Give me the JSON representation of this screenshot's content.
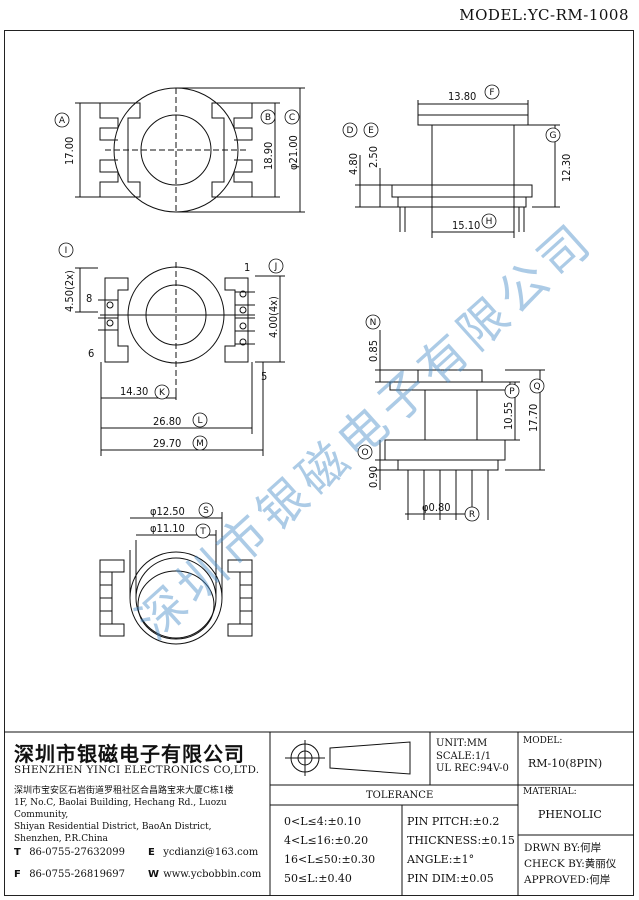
{
  "model_header": "MODEL:YC-RM-1008",
  "dimensions": {
    "A": "17.00",
    "B": "18.90",
    "C": "φ21.00",
    "D": "4.80",
    "E": "2.50",
    "F": "13.80",
    "G": "12.30",
    "H": "15.10",
    "I": "4.50(2x)",
    "J": "4.00(4x)",
    "K": "14.30",
    "L": "26.80",
    "M": "29.70",
    "N": "0.85",
    "O": "0.90",
    "P": "10.55",
    "Q": "17.70",
    "R": "φ0.80",
    "S": "φ12.50",
    "T": "φ11.10"
  },
  "pin_numbers": {
    "p1": "1",
    "p5": "5",
    "p6": "6",
    "p8": "8"
  },
  "watermark": "深圳市银磁电子有限公司",
  "title_block": {
    "company_cn": "深圳市银磁电子有限公司",
    "company_en": "SHENZHEN YINCI ELECTRONICS CO,LTD.",
    "address_cn": "深圳市宝安区石岩街道罗租社区合昌路宝来大厦C栋1楼",
    "address_en1": "1F, No.C, Baolai Building, Hechang Rd., Luozu Community,",
    "address_en2": "Shiyan Residential District, BaoAn District,",
    "address_en3": "Shenzhen, P.R.China",
    "tel_label": "T",
    "tel": "86-0755-27632099",
    "fax_label": "F",
    "fax": "86-0755-26819697",
    "email_label": "E",
    "email": "ycdianzi@163.com",
    "web_label": "W",
    "web": "www.ycbobbin.com",
    "unit": "UNIT:MM",
    "scale": "SCALE:1/1",
    "ul_rec": "UL REC:94V-0",
    "model_label": "MODEL:",
    "model_value": "RM-10(8PIN)",
    "material_label": "MATERIAL:",
    "material_value": "PHENOLIC",
    "tolerance_title": "TOLERANCE",
    "tol_rows": [
      "0<L≤4:±0.10",
      "4<L≤16:±0.20",
      "16<L≤50:±0.30",
      "50≤L:±0.40"
    ],
    "tol_right": [
      "PIN PITCH:±0.2",
      "THICKNESS:±0.15",
      "ANGLE:±1°",
      "PIN DIM:±0.05"
    ],
    "drawn_by": "DRWN BY:何岸",
    "check_by": "CHECK BY:黄丽仪",
    "approved": "APPROVED:何岸"
  }
}
